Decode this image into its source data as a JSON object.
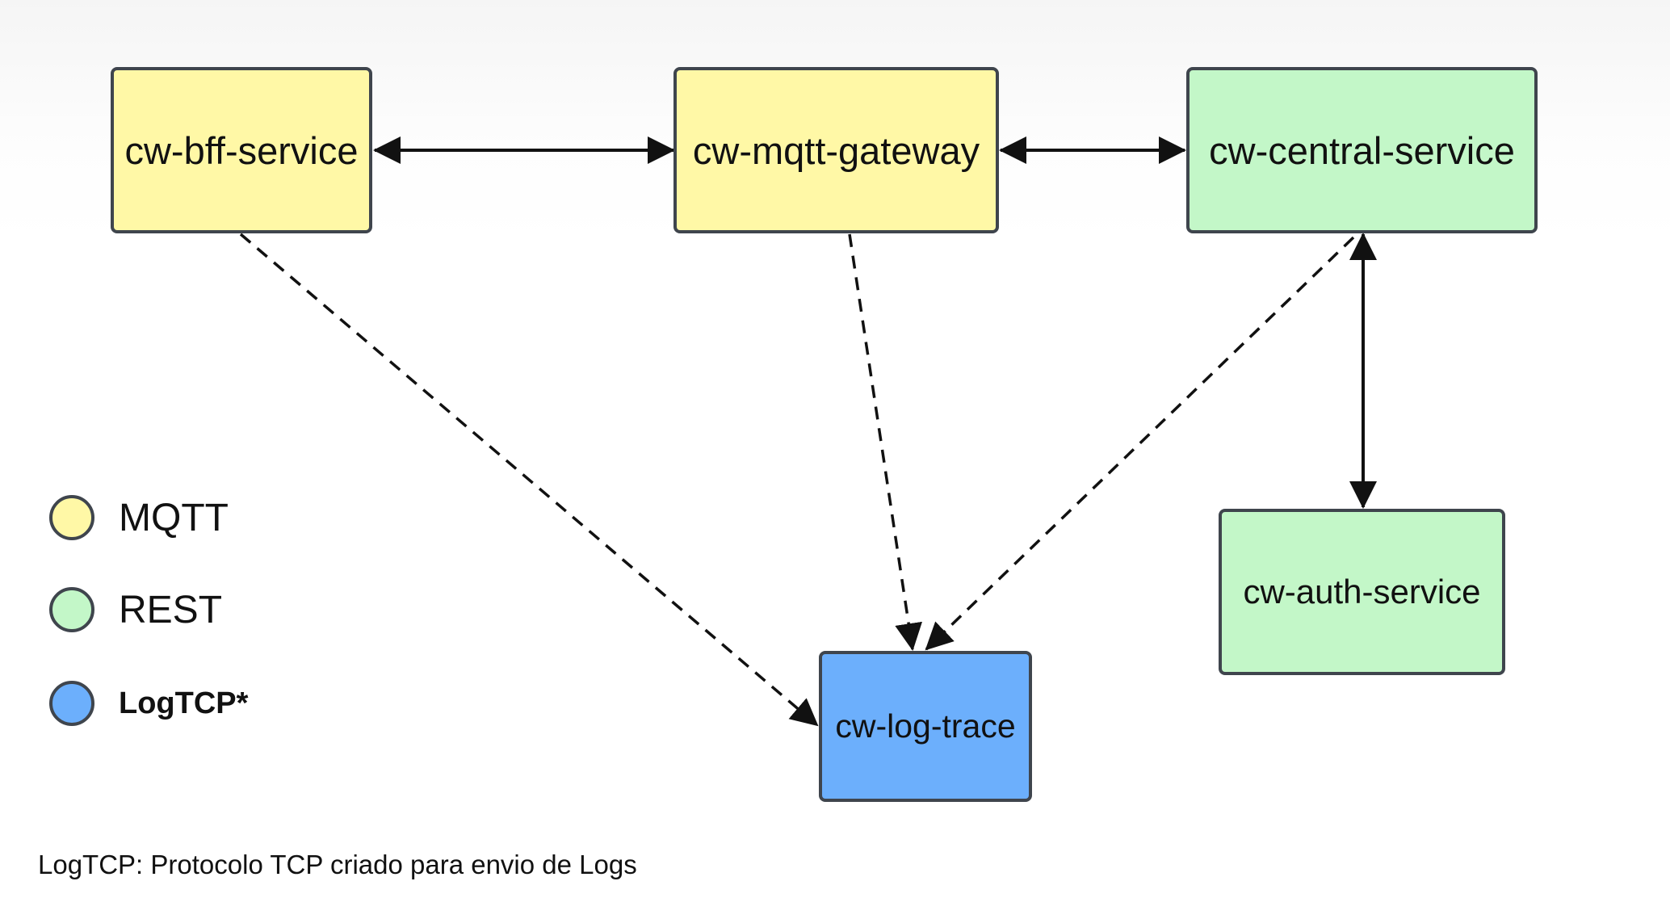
{
  "colors": {
    "mqtt": "#fff8a6",
    "rest": "#c3f7c8",
    "logtcp": "#6caffc",
    "border": "#3f454d",
    "edge": "#111111"
  },
  "nodes": {
    "bff": {
      "label": "cw-bff-service",
      "protocol": "MQTT"
    },
    "mqtt_gateway": {
      "label": "cw-mqtt-gateway",
      "protocol": "MQTT"
    },
    "central": {
      "label": "cw-central-service",
      "protocol": "REST"
    },
    "auth": {
      "label": "cw-auth-service",
      "protocol": "REST"
    },
    "log_trace": {
      "label": "cw-log-trace",
      "protocol": "LogTCP"
    }
  },
  "edges": [
    {
      "from": "bff",
      "to": "mqtt_gateway",
      "style": "solid",
      "direction": "both"
    },
    {
      "from": "mqtt_gateway",
      "to": "central",
      "style": "solid",
      "direction": "both"
    },
    {
      "from": "central",
      "to": "auth",
      "style": "solid",
      "direction": "both"
    },
    {
      "from": "bff",
      "to": "log_trace",
      "style": "dashed",
      "direction": "forward"
    },
    {
      "from": "mqtt_gateway",
      "to": "log_trace",
      "style": "dashed",
      "direction": "forward"
    },
    {
      "from": "central",
      "to": "log_trace",
      "style": "dashed",
      "direction": "forward"
    }
  ],
  "legend": {
    "items": [
      {
        "label": "MQTT",
        "color": "#fff8a6"
      },
      {
        "label": "REST",
        "color": "#c3f7c8"
      },
      {
        "label": "LogTCP*",
        "color": "#6caffc"
      }
    ]
  },
  "footnote": "LogTCP: Protocolo TCP criado para envio de Logs"
}
